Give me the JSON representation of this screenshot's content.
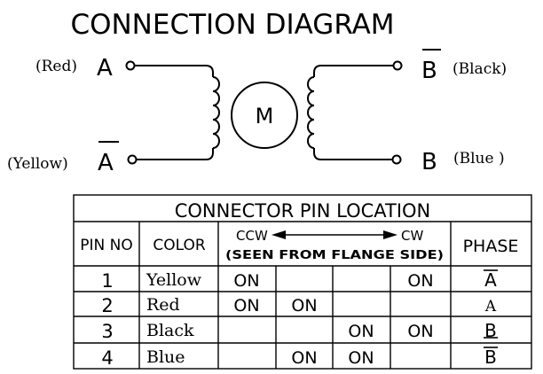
{
  "diagram": {
    "title": "CONNECTION DIAGRAM",
    "motor_label": "M",
    "leads": {
      "a": {
        "letter": "A",
        "color_name": "(Red)"
      },
      "a_bar": {
        "letter": "A",
        "color_name": "(Yellow)"
      },
      "b_bar": {
        "letter": "B",
        "color_name": "(Black)"
      },
      "b": {
        "letter": "B",
        "color_name": "(Blue )"
      }
    }
  },
  "table": {
    "title": "CONNECTOR PIN LOCATION",
    "headers": {
      "pin_no": "PIN NO",
      "color": "COLOR",
      "ccw": "CCW",
      "cw": "CW",
      "note": "(SEEN FROM FLANGE SIDE)",
      "phase": "PHASE"
    },
    "rows": [
      {
        "pin": "1",
        "color": "Yellow",
        "steps": [
          "ON",
          "",
          "",
          "ON"
        ],
        "phase": "A",
        "phase_bar": true
      },
      {
        "pin": "2",
        "color": "Red",
        "steps": [
          "ON",
          "ON",
          "",
          ""
        ],
        "phase": "A",
        "phase_bar": false
      },
      {
        "pin": "3",
        "color": "Black",
        "steps": [
          "",
          "",
          "ON",
          "ON"
        ],
        "phase": "B",
        "phase_bar": false
      },
      {
        "pin": "4",
        "color": "Blue",
        "steps": [
          "",
          "ON",
          "ON",
          ""
        ],
        "phase": "B",
        "phase_bar": true
      }
    ]
  }
}
